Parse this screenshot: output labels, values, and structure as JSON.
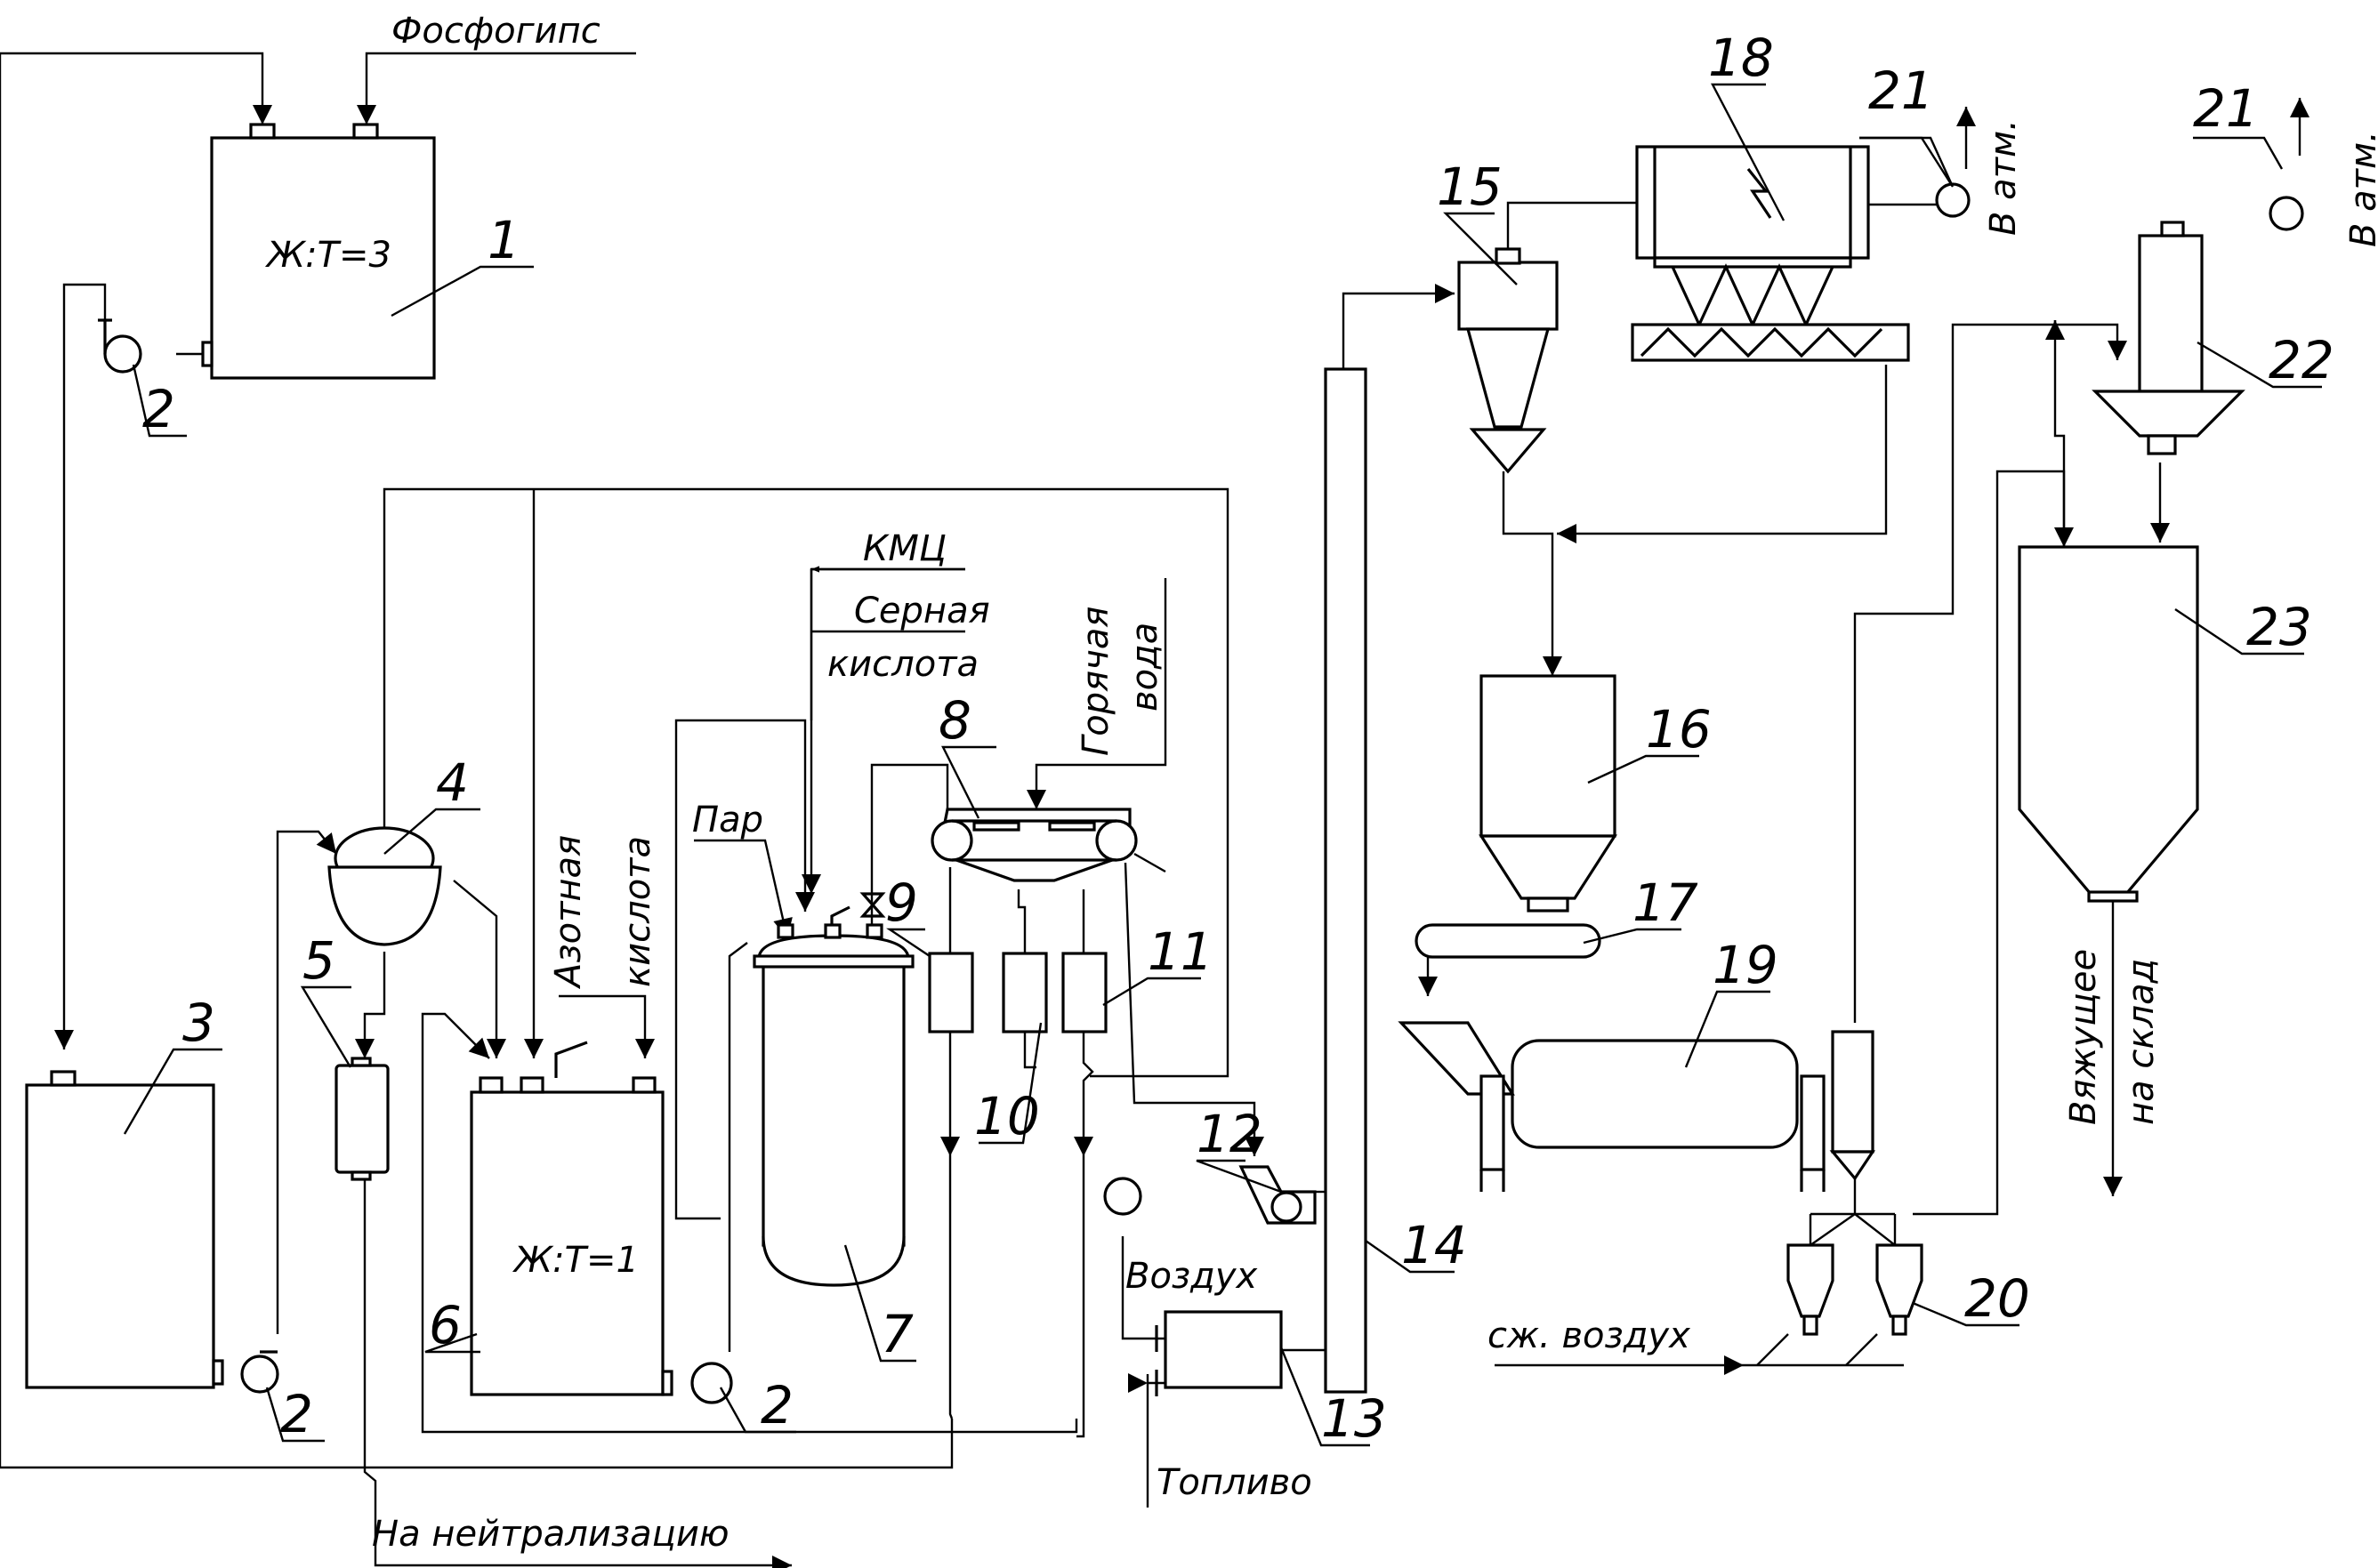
{
  "streams": {
    "phosphogypsum": "Фосфогипс",
    "kmc": "КМЦ",
    "sulfuric_1": "Серная",
    "sulfuric_2": "кислота",
    "hot_water_1": "Горячая",
    "hot_water_2": "вода",
    "steam": "Пар",
    "nitric_1": "Азотная",
    "nitric_2": "кислота",
    "to_neutralization": "На нейтрализацию",
    "air": "Воздух",
    "fuel": "Топливо",
    "compressed_air": "сж. воздух",
    "to_atm": "В атм.",
    "binder_1": "Вяжущее",
    "binder_2": "на склад"
  },
  "ratios": {
    "tank1": "Ж:Т=3",
    "tank6": "Ж:Т=1"
  },
  "equipment_numbers": [
    "1",
    "2",
    "3",
    "4",
    "5",
    "6",
    "7",
    "8",
    "9",
    "10",
    "11",
    "12",
    "13",
    "14",
    "15",
    "16",
    "17",
    "18",
    "19",
    "20",
    "21",
    "22",
    "23"
  ]
}
